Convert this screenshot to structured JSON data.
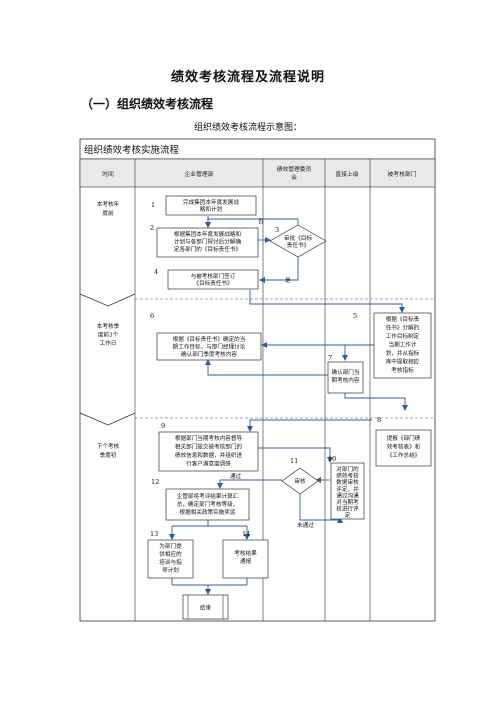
{
  "document": {
    "title": "绩效考核流程及流程说明",
    "section_title": "（一）组织绩效考核流程",
    "caption": "组织绩效考核流程示意图："
  },
  "flowchart": {
    "banner": "组织绩效考核实施流程",
    "columns": [
      "时间",
      "企业管理部",
      "绩效管理委员会",
      "直接上级",
      "被考核部门"
    ],
    "phases": [
      {
        "label": "本考核年度前"
      },
      {
        "label": "本考核季度前3个工作日"
      },
      {
        "label": "下个考核季度初"
      }
    ],
    "nodes": {
      "n1": {
        "num": "1",
        "text": [
          "完成集团本年度发展战",
          "略和计划"
        ]
      },
      "n2": {
        "num": "2",
        "text": [
          "根据集团本年度发展战略和",
          "计划与各部门探讨后分解确",
          "定各部门的《目标责任书》"
        ]
      },
      "n3": {
        "num": "3",
        "text": [
          "审批《目标",
          "责任书》"
        ]
      },
      "n4": {
        "num": "4",
        "text": [
          "与被考核部门签订",
          "《目标责任书》"
        ]
      },
      "n5": {
        "num": "5",
        "text": [
          "根据《目标责",
          "任书》分解的",
          "工作目标制定",
          "当期工作计",
          "划，并从指标",
          "库中提取相应",
          "考核指标"
        ]
      },
      "n6": {
        "num": "6",
        "text": [
          "根据《目标责任书》确定的当",
          "期工作目标，与部门经理讨论",
          "确认部门季度考核内容"
        ]
      },
      "n7": {
        "num": "7",
        "text": [
          "确认部门当",
          "期考核内容"
        ]
      },
      "n8": {
        "num": "8",
        "text": [
          "提报《部门绩",
          "效考核表》和",
          "《工作总结》"
        ]
      },
      "n9": {
        "num": "9",
        "text": [
          "根据部门当期考核内容督导",
          "相关部门提交被考核部门的",
          "绩效信息和数据，并组织进",
          "行客户满意度调研"
        ]
      },
      "n10": {
        "num": "10",
        "text": [
          "对部门的",
          "绩效考核",
          "数据审核",
          "评定，并",
          "通过沟通",
          "对当期考",
          "核进行评",
          "定"
        ]
      },
      "n11": {
        "num": "11",
        "text": [
          "审核"
        ]
      },
      "n12": {
        "num": "12",
        "text": [
          "企管部将考评结果计算汇",
          "总，确定部门考核等级，",
          "根据相关政策实施奖惩"
        ]
      },
      "n13": {
        "num": "13",
        "text": [
          "为部门提",
          "供相应的",
          "培训与指",
          "导计划"
        ]
      },
      "n14": {
        "num": "14",
        "text": [
          "考核结果",
          "通报"
        ]
      },
      "end": {
        "text": "结束"
      }
    },
    "edge_labels": {
      "no": "否",
      "yes": "是",
      "pass": "通过",
      "fail": "未通过"
    }
  },
  "colors": {
    "line": "#4a7fb5",
    "border": "#333333",
    "header_bg": "#e9e9e9"
  }
}
